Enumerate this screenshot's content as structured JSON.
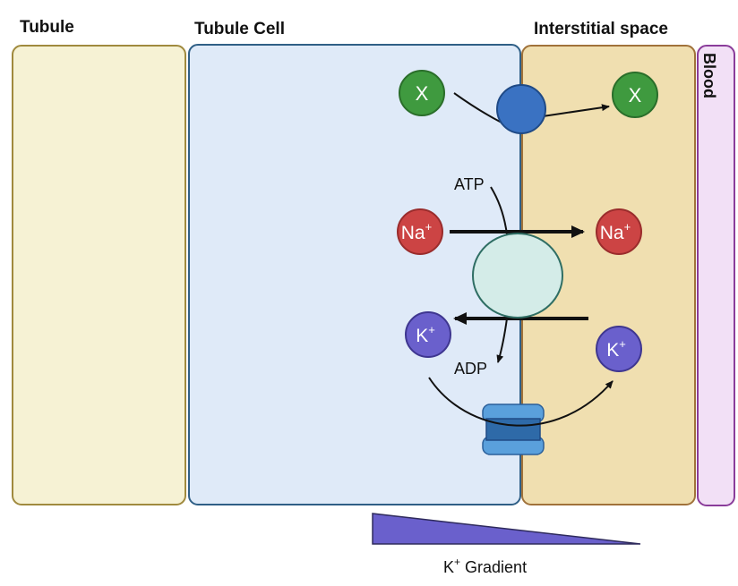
{
  "titles": {
    "tubule": "Tubule",
    "tubule_cell": "Tubule Cell",
    "interstitial": "Interstitial space",
    "blood": "Blood"
  },
  "molecules": {
    "x_left": "X",
    "x_right": "X",
    "na_left": "Na",
    "na_right": "Na",
    "k_left": "K",
    "k_right": "K",
    "plus": "+"
  },
  "labels": {
    "atp": "ATP",
    "adp": "ADP",
    "gradient": "K",
    "gradient_sup": "+",
    "gradient_word": " Gradient"
  },
  "colors": {
    "tubule_fill": "#f6f2d4",
    "tubule_stroke": "#a08a3e",
    "cell_fill": "#dfeaf8",
    "cell_stroke": "#2f5f86",
    "interstitial_fill": "#f0dfb0",
    "interstitial_stroke": "#a0723a",
    "blood_fill": "#f2e0f6",
    "blood_stroke": "#8a3c9a",
    "x_molecule": "#3f9a3f",
    "na_molecule": "#cc4444",
    "k_molecule": "#6a60cc",
    "transporter": "#3a72c2",
    "pump": "#d4ece8",
    "channel": "#5aa0dc",
    "gradient": "#6a60cc"
  }
}
